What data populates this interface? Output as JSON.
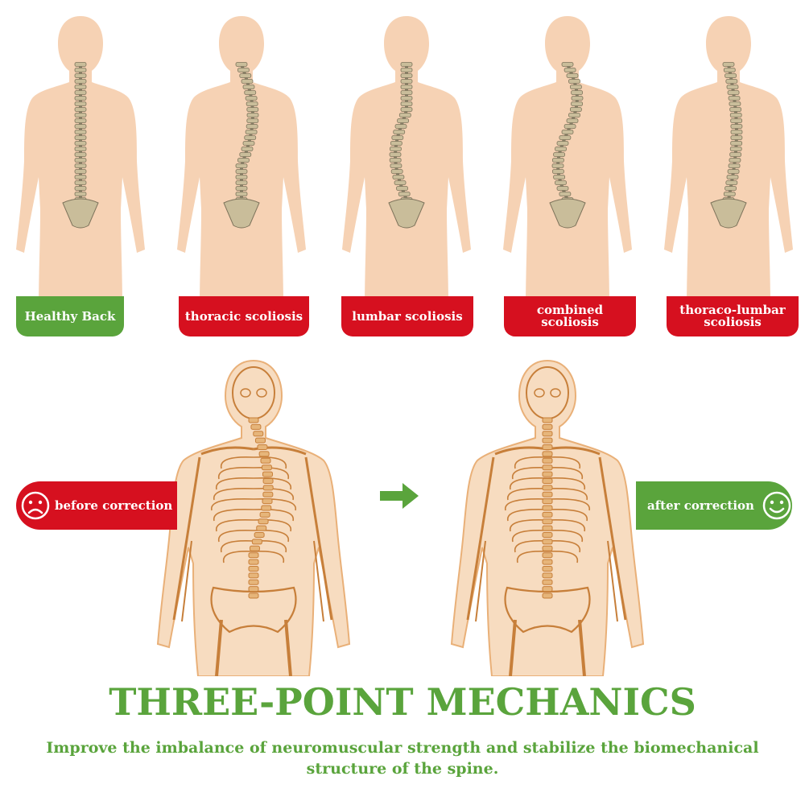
{
  "spine_types": [
    {
      "label": "Healthy Back",
      "status": "healthy"
    },
    {
      "label": "thoracic scoliosis",
      "status": "condition"
    },
    {
      "label": "lumbar scoliosis",
      "status": "condition"
    },
    {
      "label": "combined scoliosis",
      "status": "condition"
    },
    {
      "label": "thoraco-lumbar scoliosis",
      "status": "condition"
    }
  ],
  "comparison": {
    "before_label": "before correction",
    "after_label": "after correction",
    "before_icon": "sad-face-icon",
    "after_icon": "smiley-face-icon",
    "arrow_icon": "arrow-right-icon"
  },
  "headline": "THREE-POINT MECHANICS",
  "subline": "Improve the imbalance of neuromuscular strength and stabilize the biomechanical structure of the spine.",
  "colors": {
    "green": "#5aa43c",
    "red": "#d6101f",
    "skin": "#f6d2b4",
    "bone": "#e6b57a",
    "spine": "#c9bd9a"
  }
}
